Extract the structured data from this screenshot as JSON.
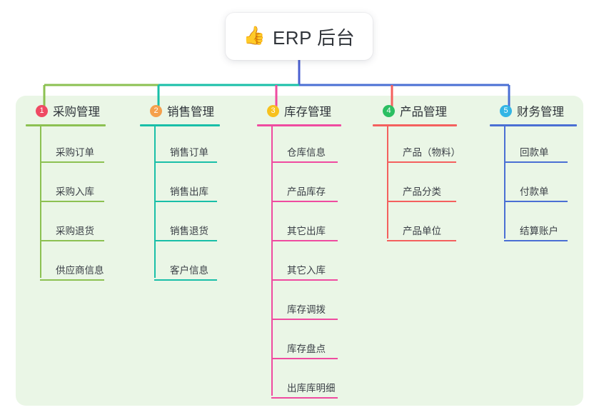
{
  "root": {
    "emoji": "👍",
    "emoji_name": "thumbs-up-icon",
    "title": "ERP 后台"
  },
  "palette": {
    "panel_bg": "#eaf6e6",
    "page_bg": "#ffffff",
    "text": "#3a3f46",
    "root_stem": "#4a5fd0"
  },
  "chart_data": {
    "type": "tree",
    "title": "ERP 后台",
    "root_label": "ERP 后台",
    "branch_count": 5,
    "leaf_total": 21
  },
  "columns": [
    {
      "index": "1",
      "badge": "1",
      "badge_color": "#ef4a63",
      "line_color": "#8cc152",
      "title": "采购管理",
      "items": [
        "采购订单",
        "采购入库",
        "采购退货",
        "供应商信息"
      ]
    },
    {
      "index": "2",
      "badge": "2",
      "badge_color": "#f5a04c",
      "line_color": "#19bfa8",
      "title": "销售管理",
      "items": [
        "销售订单",
        "销售出库",
        "销售退货",
        "客户信息"
      ]
    },
    {
      "index": "3",
      "badge": "3",
      "badge_color": "#f7c11e",
      "line_color": "#ef4ba0",
      "title": "库存管理",
      "items": [
        "仓库信息",
        "产品库存",
        "其它出库",
        "其它入库",
        "库存调拨",
        "库存盘点",
        "出库库明细"
      ]
    },
    {
      "index": "4",
      "badge": "4",
      "badge_color": "#2bbf62",
      "line_color": "#f4605e",
      "title": "产品管理",
      "items": [
        "产品（物料）",
        "产品分类",
        "产品单位"
      ]
    },
    {
      "index": "5",
      "badge": "5",
      "badge_color": "#33b5e5",
      "line_color": "#4a6fd4",
      "title": "财务管理",
      "items": [
        "回款单",
        "付款单",
        "结算账户"
      ]
    }
  ]
}
